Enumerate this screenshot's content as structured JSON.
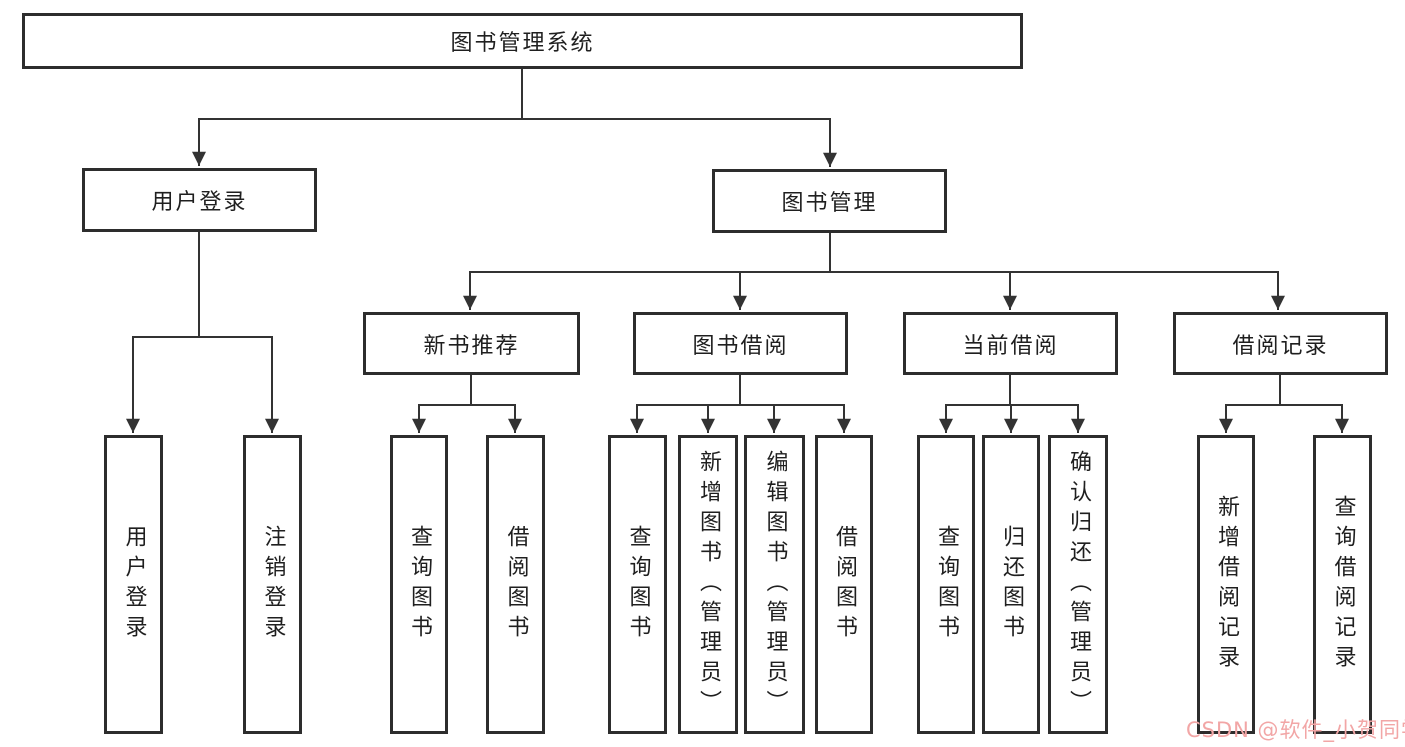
{
  "diagram": {
    "root": {
      "label": "图书管理系统"
    },
    "user_login": {
      "label": "用户登录",
      "children": [
        "用户登录",
        "注销登录"
      ]
    },
    "book_mgmt": {
      "label": "图书管理",
      "new_book": {
        "label": "新书推荐",
        "children": [
          "查询图书",
          "借阅图书"
        ]
      },
      "borrow": {
        "label": "图书借阅",
        "children": [
          "查询图书",
          "新增图书（管理员）",
          "编辑图书（管理员）",
          "借阅图书"
        ]
      },
      "current": {
        "label": "当前借阅",
        "children": [
          "查询图书",
          "归还图书",
          "确认归还（管理员）"
        ]
      },
      "record": {
        "label": "借阅记录",
        "children": [
          "新增借阅记录",
          "查询借阅记录"
        ]
      }
    }
  },
  "watermark": {
    "text": "CSDN @软件_小贺同学",
    "color": "#f2a6a6"
  },
  "colors": {
    "line": "#333333",
    "box_border": "#2d2d2d",
    "text": "#1f1f1f",
    "background": "#ffffff"
  }
}
